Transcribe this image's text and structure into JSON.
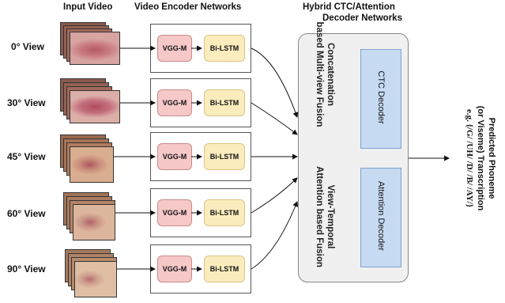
{
  "headers": {
    "input_video": "Input Video",
    "encoder": "Video Encoder Networks",
    "decoder_line1": "Hybrid CTC/Attention",
    "decoder_line2": "Decoder Networks"
  },
  "views": [
    {
      "label": "0° View"
    },
    {
      "label": "30° View"
    },
    {
      "label": "45° View"
    },
    {
      "label": "60° View"
    },
    {
      "label": "90° View"
    }
  ],
  "encoder": {
    "vgg_label": "VGG-M",
    "lstm_label": "Bi-LSTM"
  },
  "fusion": {
    "concat_line1": "Concatenation",
    "concat_line2": "based Multi-view Fusion",
    "vt_line1": "View-Temporal",
    "vt_line2": "Attention based Fusion"
  },
  "decoders": {
    "ctc": "CTC Decoder",
    "attention": "Attention Decoder"
  },
  "output": {
    "line1": "Predicted Phoneme",
    "line2": "(or Viseme) Transcription",
    "line3": "e.g. {/G/ /UH/ /D/ /B/ /AY/}"
  },
  "colors": {
    "vgg_fill": "#f6c8c8",
    "lstm_fill": "#fbecbe",
    "decoder_fill": "#c6daf2",
    "panel_fill": "#f0f0f0"
  }
}
